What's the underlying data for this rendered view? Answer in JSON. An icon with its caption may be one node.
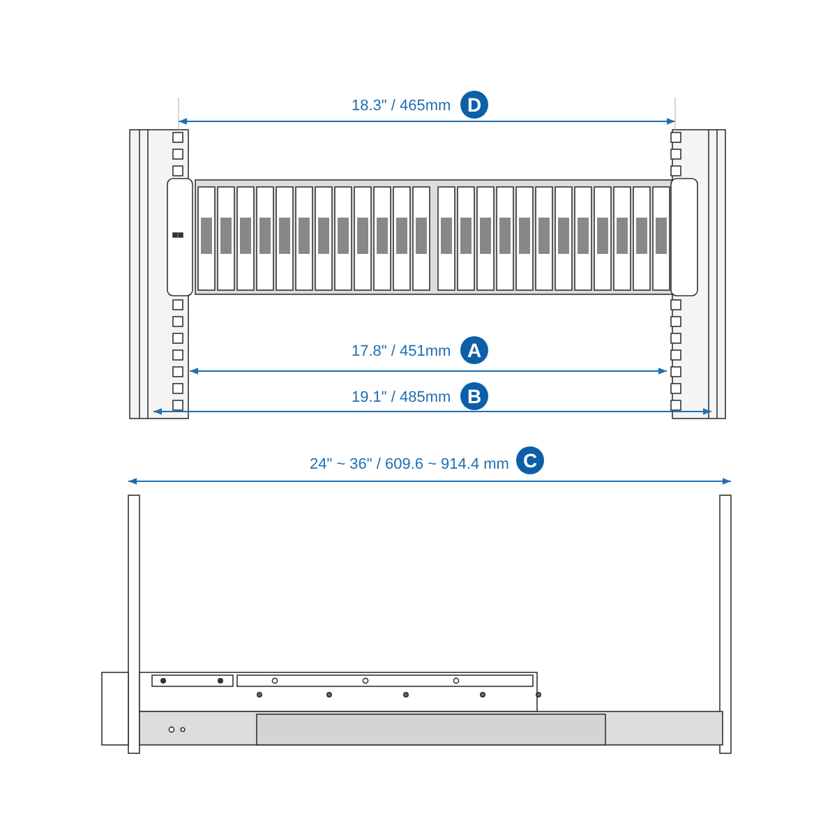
{
  "diagram": {
    "labels": [
      "18.3\" / 465mm",
      "D",
      "17.8\" / 451mm",
      "A",
      "19.1\" / 485mm",
      "B",
      "24\" ~ 36\" / 609.6 ~ 914.4 mm",
      "C"
    ]
  }
}
